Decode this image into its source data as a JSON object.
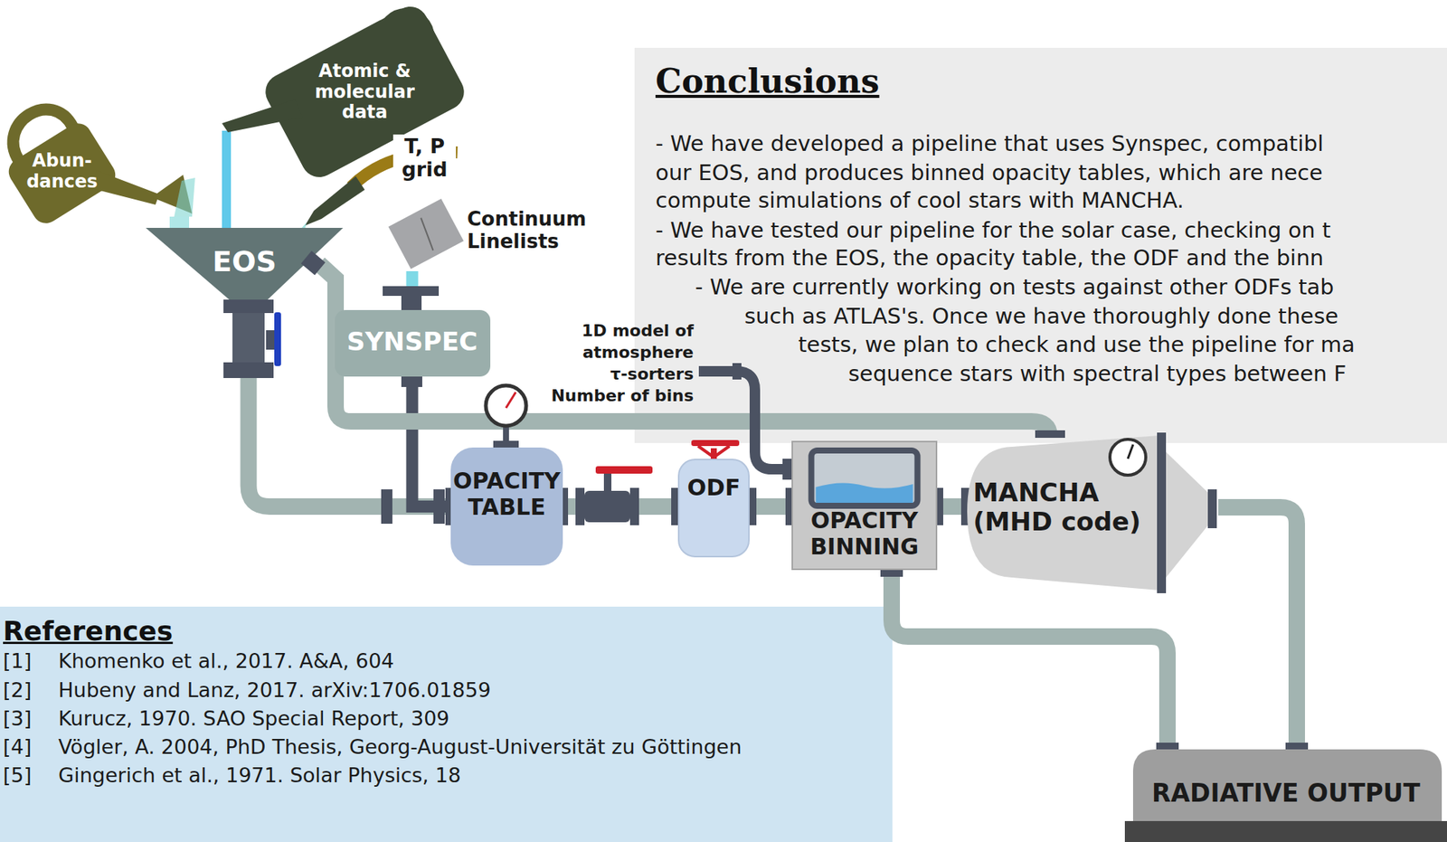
{
  "diagram": {
    "nodes": [
      {
        "text": [
          "Abun- dances"
        ]
      },
      {
        "text": [
          "Atomic & molecular data"
        ]
      },
      {
        "text": [
          "EOS"
        ]
      },
      {
        "text": [
          "Continuum Linelists"
        ]
      },
      {
        "text": [
          "SYNSPEC"
        ]
      },
      {
        "text": [
          "Conclusions",
          "- We have developed a pipeline that uses Synspec, compatibl",
          "our EOS, and produces binned opacity tables, which are nece",
          "compute simulations of cool stars with MANCHA.",
          "- We have tested our pipeline for the solar case, checking on t",
          "results from the EOS, the opacity table, the ODF and the binn",
          "- We are currently working on tests against other ODFs tab",
          "such as ATLAS's. Once we have thoroughly done these",
          "tests, we plan to check and use the pipeline for ma",
          "sequence stars with spectral types between F"
        ]
      },
      {
        "text": [
          "OPACITY TABLE"
        ]
      },
      {
        "text": [
          "ODF"
        ]
      },
      {
        "text": [
          "OPACITY BINNING"
        ]
      },
      {
        "text": [
          "MANCHA (MHD code)"
        ]
      },
      {
        "text": [
          "References",
          "[1]",
          "Khomenko et al., 2017. A&A, 604",
          "[2]",
          "Hubeny and Lanz, 2017. arXiv:1706.01859",
          "[3]",
          "Kurucz, 1970. SAO Special Report, 309",
          "[4]",
          "Vögler, A. 2004, PhD Thesis, Georg-August-Universität zu Göttingen",
          "[5]",
          "Gingerich et al., 1971. Solar Physics, 18"
        ]
      },
      {
        "text": [
          "RADIATIVE OUTPUT"
        ]
      }
    ],
    "edges": [
      {
        "from": 0,
        "to": 2,
        "arrow": "none"
      },
      {
        "from": 1,
        "to": 2,
        "arrow": "none"
      },
      {
        "from": 3,
        "to": 4,
        "arrow": "none"
      },
      {
        "from": 2,
        "to": 6,
        "arrow": "none"
      },
      {
        "from": 4,
        "to": 6,
        "arrow": "none"
      },
      {
        "from": 2,
        "to": 9,
        "arrow": "none"
      },
      {
        "from": 6,
        "to": 7,
        "arrow": "none"
      },
      {
        "from": 7,
        "to": 8,
        "arrow": "none"
      },
      {
        "from": 8,
        "to": 9,
        "arrow": "none"
      },
      {
        "from": 8,
        "to": 11,
        "arrow": "none"
      },
      {
        "from": 9,
        "to": 11,
        "arrow": "none"
      }
    ],
    "labels": [
      "T, P grid",
      "1D model of atmosphere",
      "τ-sorters",
      "Number of bins"
    ]
  }
}
